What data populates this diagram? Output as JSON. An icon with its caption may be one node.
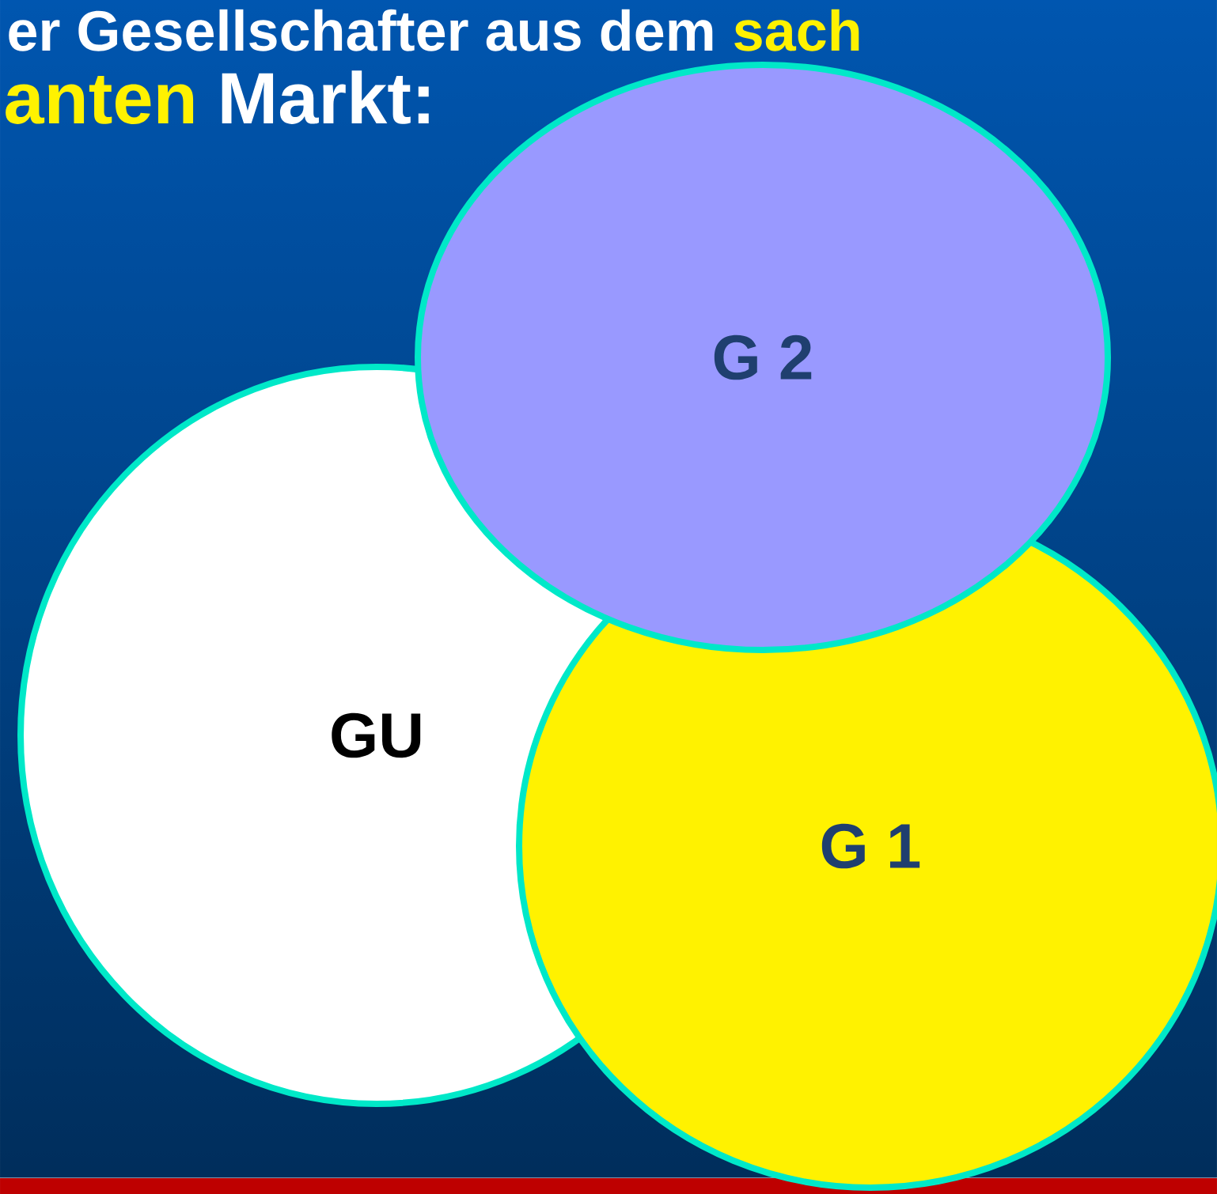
{
  "diagram": {
    "nodes": [
      {
        "text": [
          "G 2"
        ]
      },
      {
        "text": [
          "GU"
        ]
      },
      {
        "text": [
          "G 1"
        ]
      }
    ],
    "labels": [
      "er Gesellschafter aus dem",
      "sach",
      "anten",
      "Markt:"
    ]
  }
}
